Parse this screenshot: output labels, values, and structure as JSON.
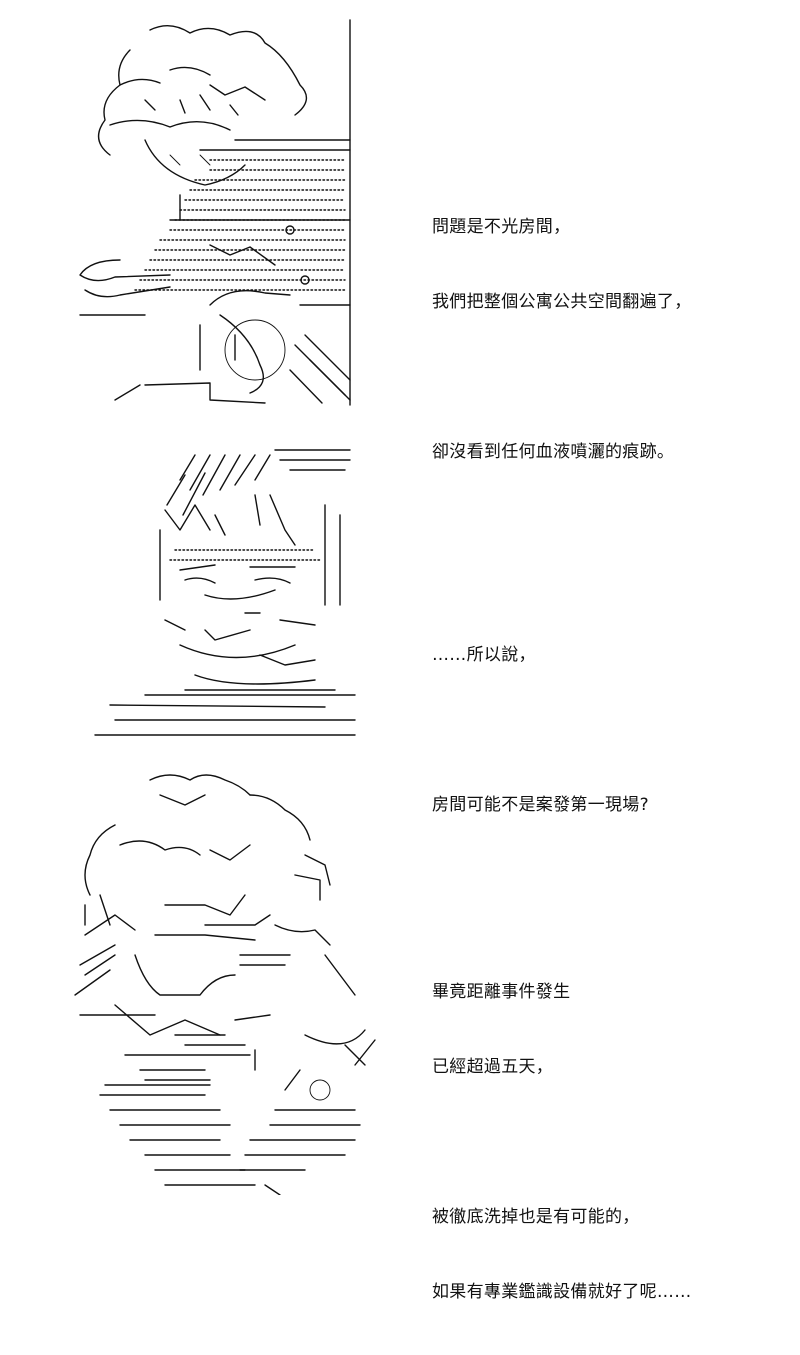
{
  "panels": [
    {
      "lines": [
        "問題是不光房間，",
        "我們把整個公寓公共空間翻遍了，",
        "",
        "卻沒看到任何血液噴灑的痕跡。"
      ]
    },
    {
      "lines": [
        "……所以說，",
        "",
        "房間可能不是案發第一現場?"
      ]
    },
    {
      "lines": [
        "畢竟距離事件發生",
        "已經超過五天，",
        "",
        "被徹底洗掉也是有可能的，",
        "如果有專業鑑識設備就好了呢……"
      ]
    }
  ],
  "colors": {
    "background": "#ffffff",
    "ink": "#111111"
  }
}
